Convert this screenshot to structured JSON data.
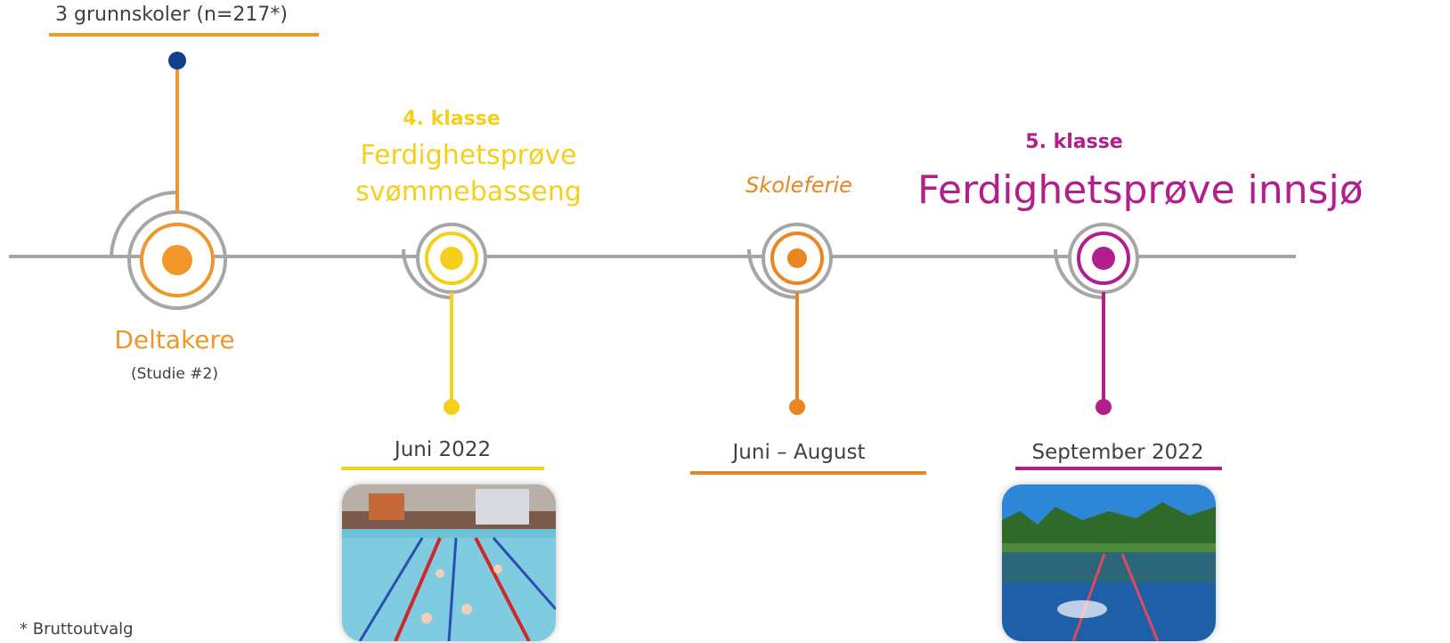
{
  "colors": {
    "timeline": "#a6a6a6",
    "orange": "#f0962a",
    "yellow": "#f6cf1c",
    "dark_orange": "#ea8621",
    "magenta": "#b21e8b",
    "blue": "#123f8c",
    "text_gray": "#404040"
  },
  "milestones": {
    "participants": {
      "top_label": "3 grunnskoler (n=217*)",
      "label": "Deltakere",
      "sublabel": "(Studie #2)"
    },
    "pool_test": {
      "grade": "4. klasse",
      "title_line1": "Ferdighetsprøve",
      "title_line2": "svømmebasseng",
      "date": "Juni 2022",
      "photo_icon": "swimming-pool-photo"
    },
    "summer": {
      "title": "Skoleferie",
      "date": "Juni – August"
    },
    "lake_test": {
      "grade": "5. klasse",
      "title": "Ferdighetsprøve innsjø",
      "date": "September 2022",
      "photo_icon": "lake-photo"
    }
  },
  "footnote": "* Bruttoutvalg"
}
